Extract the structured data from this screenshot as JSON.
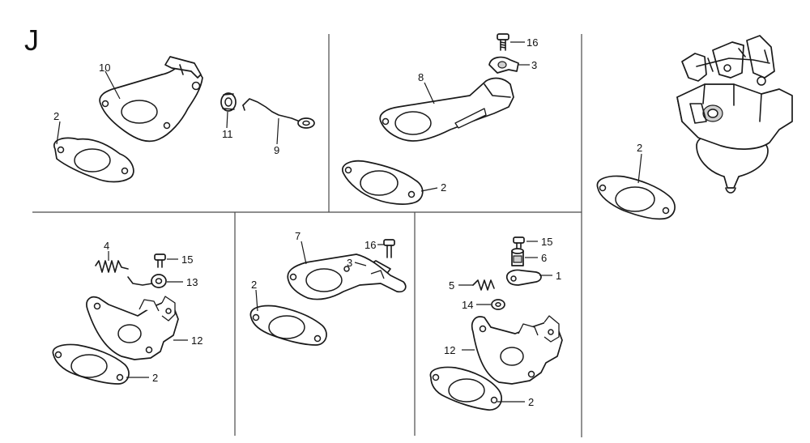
{
  "section_letter": "J",
  "callouts": {
    "p10": "10",
    "p2_a": "2",
    "p11": "11",
    "p9": "9",
    "p16_a": "16",
    "p3_a": "3",
    "p8": "8",
    "p2_b": "2",
    "p2_c": "2",
    "p4": "4",
    "p15_a": "15",
    "p13": "13",
    "p12_a": "12",
    "p2_d": "2",
    "p7": "7",
    "p16_b": "16",
    "p3_b": "3",
    "p2_e": "2",
    "p15_b": "15",
    "p6": "6",
    "p1": "1",
    "p5": "5",
    "p14": "14",
    "p12_b": "12",
    "p2_f": "2"
  },
  "icons": {
    "section_marker": "section-letter",
    "parts": [
      "gasket",
      "plate",
      "collar",
      "rod",
      "bolt",
      "clamp",
      "carburetor",
      "spring",
      "lever"
    ]
  },
  "colors": {
    "line": "#1a1a1a",
    "divider": "#4a4a4a",
    "shade": "#cfcfcf",
    "background": "#ffffff"
  }
}
